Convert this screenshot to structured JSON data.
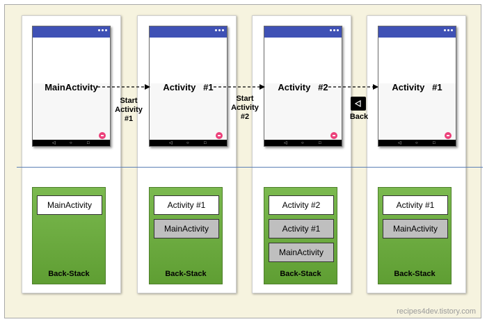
{
  "columns": [
    {
      "screen_title": "MainActivity",
      "stack": [
        "MainActivity"
      ],
      "stack_label": "Back-Stack"
    },
    {
      "screen_title": "Activity   #1",
      "stack": [
        "Activity #1",
        "MainActivity"
      ],
      "stack_label": "Back-Stack"
    },
    {
      "screen_title": "Activity   #2",
      "stack": [
        "Activity #2",
        "Activity #1",
        "MainActivity"
      ],
      "stack_label": "Back-Stack"
    },
    {
      "screen_title": "Activity   #1",
      "stack": [
        "Activity #1",
        "MainActivity"
      ],
      "stack_label": "Back-Stack"
    }
  ],
  "transitions": [
    {
      "label_lines": [
        "Start",
        "Activity",
        "#1"
      ]
    },
    {
      "label_lines": [
        "Start",
        "Activity",
        "#2"
      ]
    },
    {
      "label_lines": [
        "Back"
      ],
      "icon": "back-triangle-icon"
    }
  ],
  "watermark": "recipes4dev.tistory.com",
  "colors": {
    "status_bar": "#3f51b5",
    "fab": "#ec407a",
    "stack_green": "#6aab3f",
    "divider": "#5b7fb5"
  }
}
